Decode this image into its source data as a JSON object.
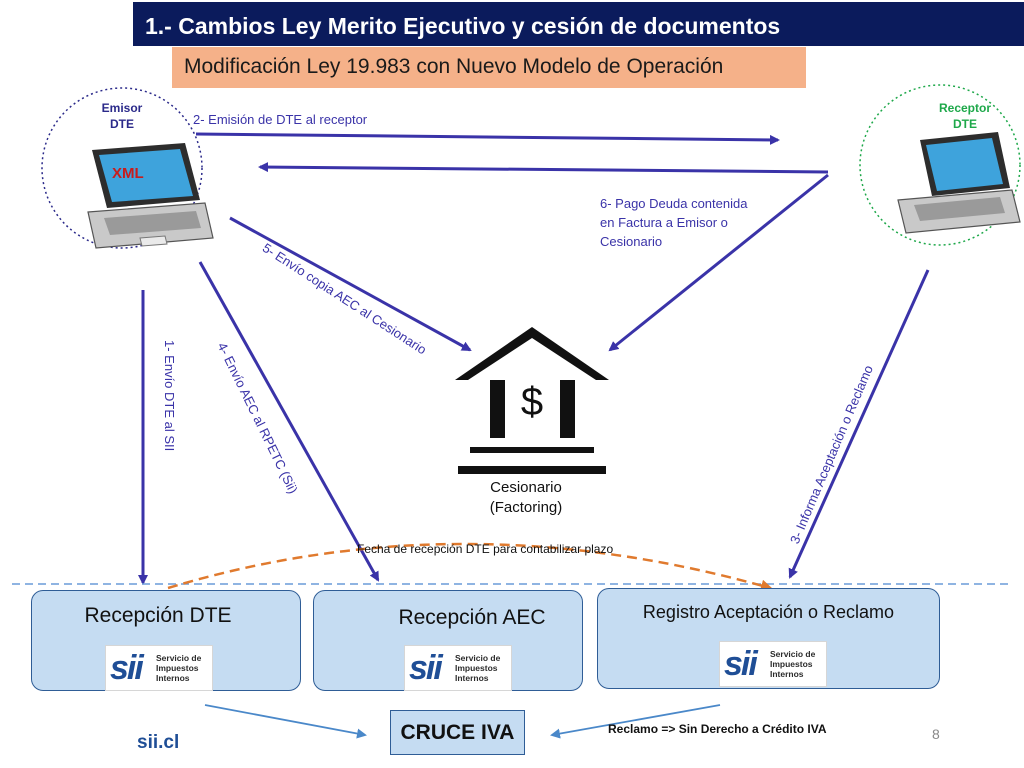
{
  "header": {
    "title": "1.- Cambios Ley Merito Ejecutivo y cesión de documentos",
    "subtitle": "Modificación Ley 19.983 con Nuevo Modelo de Operación"
  },
  "actors": {
    "emisor": "Emisor\nDTE",
    "receptor": "Receptor\nDTE",
    "xml": "XML",
    "cesionario": "Cesionario\n(Factoring)"
  },
  "steps": {
    "s1": "1- Envío DTE al SII",
    "s2": "2- Emisión de DTE al receptor",
    "s3": "3- Informa Aceptación o Reclamo",
    "s4": "4- Envío AEC al RPETC (Sii)",
    "s5": "5- Envío copia AEC al Cesionario",
    "s6": "6- Pago Deuda contenida\nen Factura a Emisor o\nCesionario"
  },
  "bottom": {
    "fecha_note": "Fecha de recepción DTE para contabilizar plazo",
    "box1": "Recepción DTE",
    "box2": "Recepción AEC",
    "box3": "Registro Aceptación o Reclamo",
    "cruce": "CRUCE IVA",
    "reclamo_note": "Reclamo => Sin Derecho a Crédito IVA",
    "footer_logo": "sii.cl",
    "page_number": "8"
  },
  "sii_logo": {
    "mark": "sii",
    "text": "Servicio de\nImpuestos\nInternos"
  },
  "colors": {
    "title_bg": "#0b1b5c",
    "subtitle_bg": "#f5b189",
    "arrow": "#3a33a8",
    "box_fill": "#c5dcf2",
    "dashed_arc": "#e07a2e",
    "divider": "#6a9bd8"
  }
}
